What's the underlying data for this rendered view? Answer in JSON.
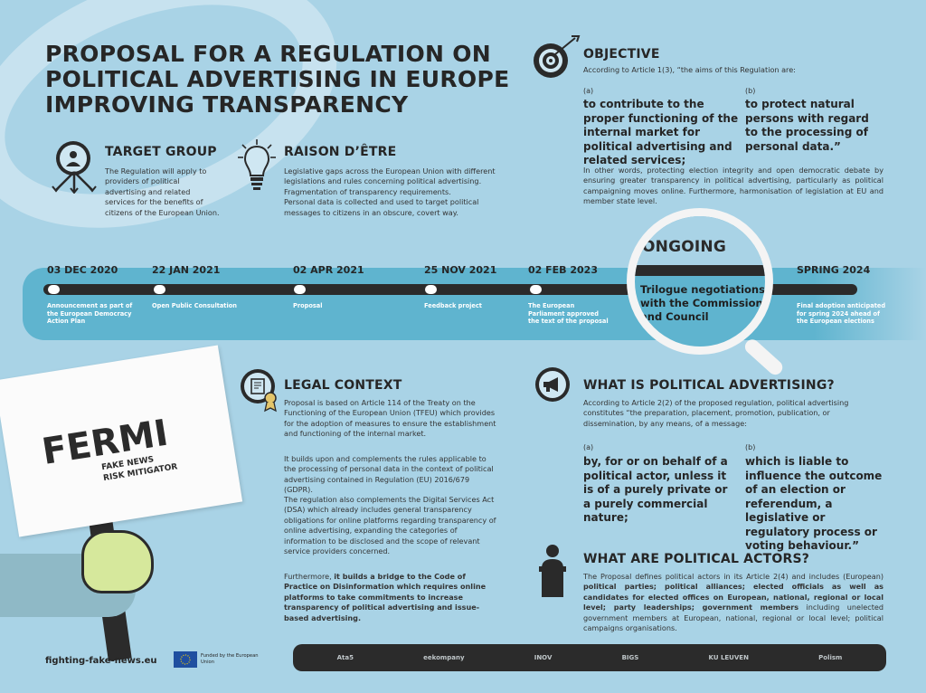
{
  "title": {
    "line1": "PROPOSAL FOR A REGULATION ON",
    "line2": "POLITICAL ADVERTISING IN EUROPE",
    "line3": "IMPROVING TRANSPARENCY"
  },
  "target": {
    "heading": "TARGET GROUP",
    "text": "The Regulation will apply to providers of political advertising and related services for the benefits of citizens of the European Union."
  },
  "raison": {
    "heading": "RAISON D’ÊTRE",
    "p1": "Legislative gaps across the European Union with different legislations and rules concerning political advertising.",
    "p2": "Fragmentation of transparency requirements.",
    "p3": "Personal data is collected and used to target political messages to citizens in an obscure, covert way."
  },
  "objective": {
    "heading": "OBJECTIVE",
    "intro": "According to Article 1(3), “the aims of this Regulation are:",
    "a_label": "(a)",
    "a_text": "to contribute to the proper functioning of the internal market for political advertising and related services;",
    "b_label": "(b)",
    "b_text": "to protect natural persons with regard to the processing of personal data.”",
    "summary": "In other words, protecting election integrity and open democratic debate by ensuring greater transparency in political advertising, particularly as political campaigning moves online. Furthermore, harmonisation of legislation at EU and member state level."
  },
  "timeline": {
    "events": [
      {
        "date": "03 DEC 2020",
        "desc": "Announcement as part of the European Democracy Action Plan"
      },
      {
        "date": "22 JAN 2021",
        "desc": "Open Public Consultation"
      },
      {
        "date": "02 APR 2021",
        "desc": "Proposal"
      },
      {
        "date": "25 NOV 2021",
        "desc": "Feedback project"
      },
      {
        "date": "02 FEB 2023",
        "desc": "The European Parliament approved the text of the proposal"
      },
      {
        "date": "SPRING 2024",
        "desc": "Final adoption anticipated for spring 2024 ahead of the European elections"
      }
    ],
    "ongoing_label": "ONGOING",
    "ongoing_text": "Trilogue negotiations with the Commission and Council"
  },
  "legal": {
    "heading": "LEGAL CONTEXT",
    "p1": "Proposal is based on Article 114 of the Treaty on the Functioning of the European Union (TFEU) which provides for the adoption of measures to ensure the establishment and functioning of the internal market.",
    "p2": "It builds upon and complements the rules applicable to the processing of personal data in the context of political advertising contained in Regulation (EU) 2016/679 (GDPR).",
    "p3": "The regulation also complements the Digital Services Act (DSA) which already includes general transparency obligations for online platforms regarding transparency of online advertising, expanding the categories of information to be disclosed and the scope of relevant service providers concerned.",
    "p4_start": "Furthermore, ",
    "p4_bold": "it builds a bridge to the Code of Practice on Disinformation which requires online platforms to take commitments to increase transparency of political advertising and issue-based advertising."
  },
  "what_is": {
    "heading": "WHAT IS POLITICAL ADVERTISING?",
    "intro": "According to Article 2(2) of the proposed regulation, political advertising constitutes “the preparation, placement, promotion, publication, or dissemination, by any means, of a message:",
    "a_label": "(a)",
    "a_text": "by, for or on behalf of a political actor, unless it is of a purely private or a purely commercial nature;",
    "b_label": "(b)",
    "b_text": "which is liable to influence the outcome of an election or referendum, a legislative or regulatory process or voting behaviour.”"
  },
  "actors": {
    "heading": "WHAT ARE POLITICAL ACTORS?",
    "t1": "The Proposal defines political actors in its Article 2(4) and includes (European) ",
    "b1": "political parties; political alliances; elected officials as well as candidates for elected offices on European, national, regional or local level; party leaderships; government members",
    "t2": " including unelected government members at European, national, regional or local level; political campaigns organisations."
  },
  "fermi": {
    "word": "FERMI",
    "line1": "FAKE NEWS",
    "line2": "RISK MITIGATOR"
  },
  "footer": {
    "url": "fighting-fake-news.eu",
    "funded": "Funded by the European Union",
    "logos": [
      "Ata5",
      "eekompany",
      "INOV",
      "BIGS",
      "KU LEUVEN",
      "Polism"
    ]
  },
  "colors": {
    "background": "#a9d3e6",
    "band": "#5fb4cf",
    "dark": "#2b2b2b"
  }
}
